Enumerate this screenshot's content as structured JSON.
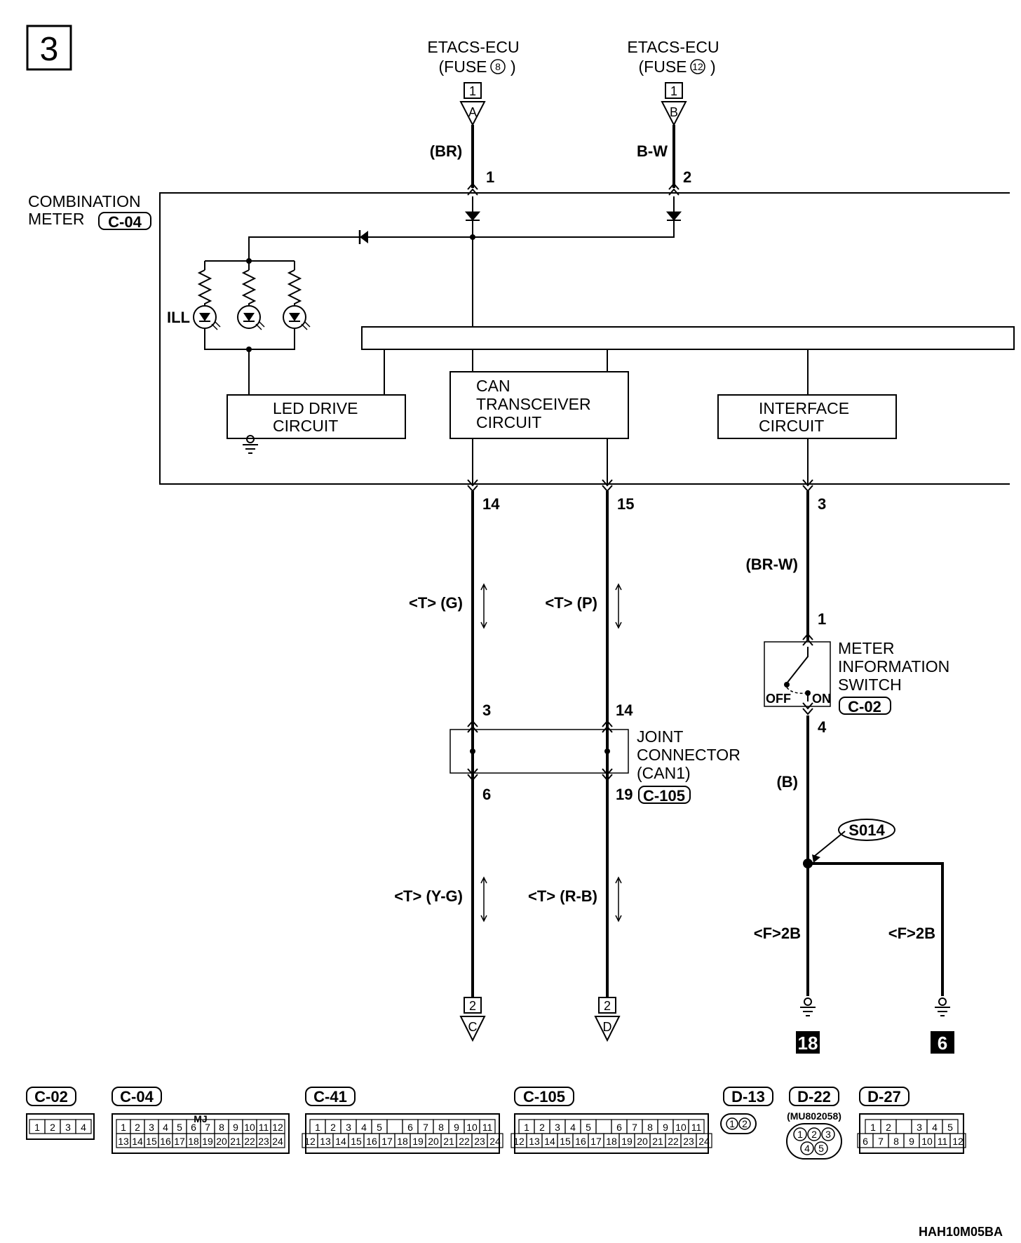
{
  "page_badge": "3",
  "figure_code": "HAH10M05BA",
  "top_sources": [
    {
      "line1": "ETACS-ECU",
      "line2": "(FUSE",
      "fuse_no": "8",
      "page_ref": "1",
      "letter": "A",
      "wire_color": "(BR)",
      "pin": "1"
    },
    {
      "line1": "ETACS-ECU",
      "line2": "(FUSE",
      "fuse_no": "12",
      "page_ref": "1",
      "letter": "B",
      "wire_color": "B-W",
      "pin": "2"
    }
  ],
  "meter": {
    "line1": "COMBINATION",
    "line2": "METER",
    "connector": "C-04",
    "ill_label": "ILL"
  },
  "blocks": {
    "led": [
      "LED DRIVE",
      "CIRCUIT"
    ],
    "can": [
      "CAN",
      "TRANSCEIVER",
      "CIRCUIT"
    ],
    "interface": [
      "INTERFACE",
      "CIRCUIT"
    ]
  },
  "meter_pins": {
    "can_h": "14",
    "can_l": "15",
    "switch": "3"
  },
  "can_wires": {
    "upper_left": "<T> (G)",
    "upper_right": "<T> (P)",
    "lower_left": "<T> (Y-G)",
    "lower_right": "<T> (R-B)"
  },
  "joint": {
    "pin_in_l": "3",
    "pin_in_r": "14",
    "pin_out_l": "6",
    "pin_out_r": "19",
    "line1": "JOINT",
    "line2": "CONNECTOR",
    "line3": "(CAN1)",
    "connector": "C-105"
  },
  "switch_section": {
    "wire_top": "(BR-W)",
    "pin_top": "1",
    "pin_bottom": "4",
    "line1": "METER",
    "line2": "INFORMATION",
    "line3": "SWITCH",
    "connector": "C-02",
    "off": "OFF",
    "on": "ON",
    "wire_bottom": "(B)"
  },
  "splice": "S014",
  "grounds": [
    {
      "wire": "<F>2B",
      "ref": "18"
    },
    {
      "wire": "<F>2B",
      "ref": "6"
    }
  ],
  "bottom_refs": [
    {
      "page_ref": "2",
      "letter": "C"
    },
    {
      "page_ref": "2",
      "letter": "D"
    }
  ],
  "connectors": [
    {
      "name": "C-02",
      "rows": [
        [
          "1",
          "2",
          "3",
          "4"
        ]
      ]
    },
    {
      "name": "C-04",
      "mark": "MJ",
      "rows": [
        [
          "1",
          "2",
          "3",
          "4",
          "5",
          "6",
          "7",
          "8",
          "9",
          "10",
          "11",
          "12"
        ],
        [
          "13",
          "14",
          "15",
          "16",
          "17",
          "18",
          "19",
          "20",
          "21",
          "22",
          "23",
          "24"
        ]
      ]
    },
    {
      "name": "C-41",
      "rows": [
        [
          "1",
          "2",
          "3",
          "4",
          "5",
          "",
          "6",
          "7",
          "8",
          "9",
          "10",
          "11"
        ],
        [
          "12",
          "13",
          "14",
          "15",
          "16",
          "17",
          "18",
          "19",
          "20",
          "21",
          "22",
          "23",
          "24"
        ]
      ]
    },
    {
      "name": "C-105",
      "rows": [
        [
          "1",
          "2",
          "3",
          "4",
          "5",
          "",
          "6",
          "7",
          "8",
          "9",
          "10",
          "11"
        ],
        [
          "12",
          "13",
          "14",
          "15",
          "16",
          "17",
          "18",
          "19",
          "20",
          "21",
          "22",
          "23",
          "24"
        ]
      ]
    },
    {
      "name": "D-13",
      "rows": [
        [
          "1",
          "2"
        ]
      ]
    },
    {
      "name": "D-22",
      "part_no": "(MU802058)",
      "rows": [
        [
          "1",
          "2",
          "3"
        ],
        [
          "4",
          "5"
        ]
      ]
    },
    {
      "name": "D-27",
      "rows": [
        [
          "1",
          "2",
          "",
          "3",
          "4",
          "5"
        ],
        [
          "6",
          "7",
          "8",
          "9",
          "10",
          "11",
          "12"
        ]
      ]
    }
  ]
}
